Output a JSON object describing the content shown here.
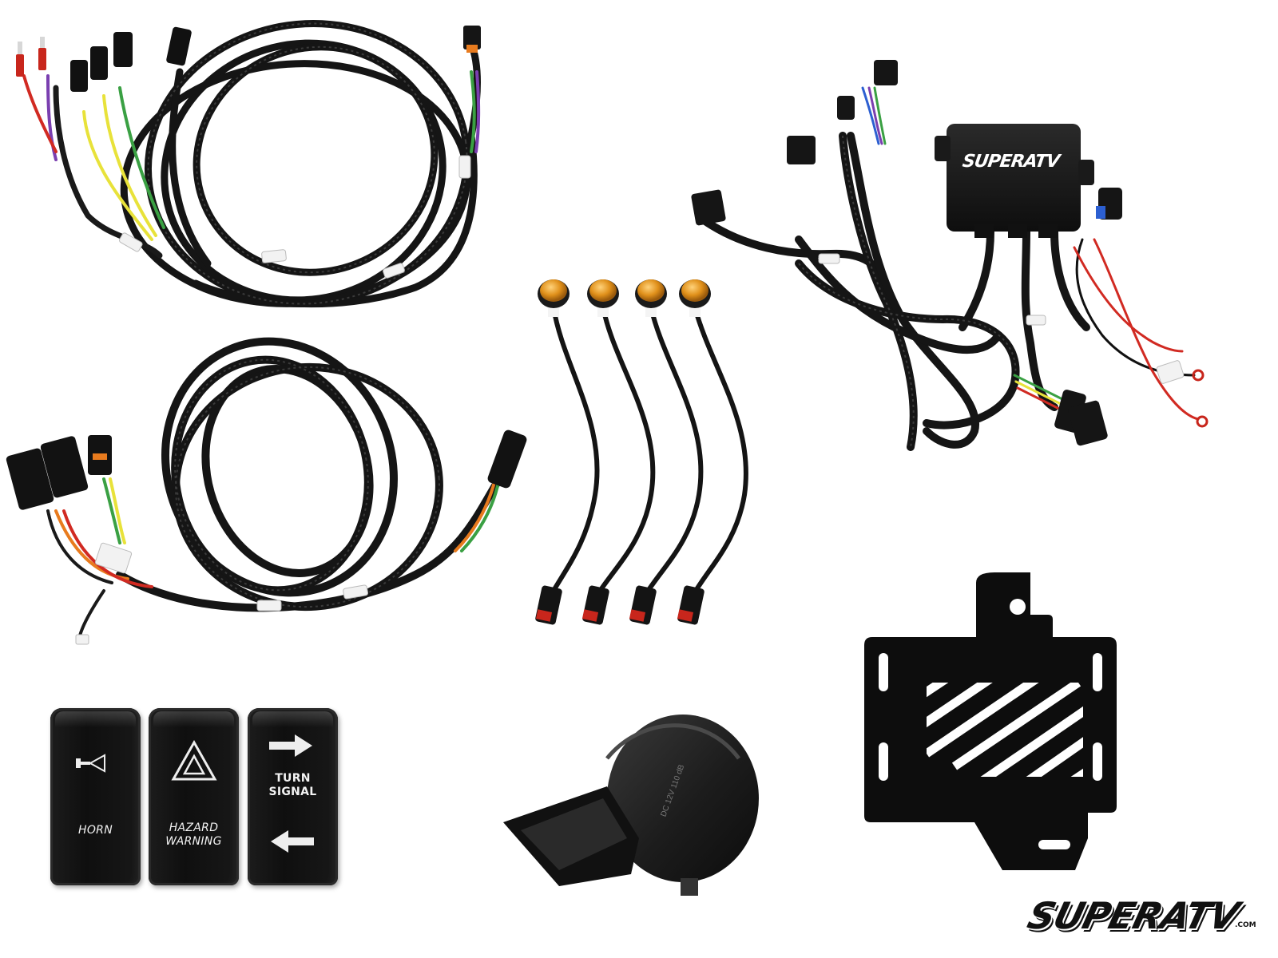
{
  "brand": {
    "logo_text": "SUPERATV",
    "logo_suffix": ".COM",
    "module_logo_text": "SUPERATV"
  },
  "switches": [
    {
      "label_line1": "HORN",
      "label_line2": "",
      "icon": "horn-icon"
    },
    {
      "label_line1": "HAZARD",
      "label_line2": "WARNING",
      "icon": "hazard-triangle-icon"
    },
    {
      "label_line1": "TURN",
      "label_line2": "SIGNAL",
      "icon": "turn-arrows-icon"
    }
  ],
  "horn": {
    "label": "DC 12V 110 dB"
  },
  "colors": {
    "background": "#ffffff",
    "harness_black": "#151515",
    "amber_lens": "#e0901a",
    "connector_red": "#c8261c",
    "wire_yellow": "#e8e23a",
    "wire_green": "#3aa043",
    "wire_red": "#d12a22",
    "wire_orange": "#e87b1e",
    "wire_purple": "#7a3fb0",
    "wire_blue": "#2c5fd1",
    "logo_blue": "#1f4fb5"
  }
}
